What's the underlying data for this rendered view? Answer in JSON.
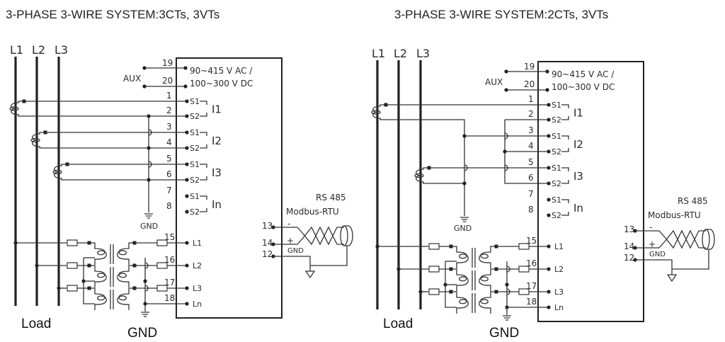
{
  "diagrams": [
    {
      "title": "3-PHASE 3-WIRE SYSTEM:3CTs, 3VTs",
      "variant": "3CT",
      "lines": [
        "L1",
        "L2",
        "L3"
      ],
      "aux_label": "AUX",
      "aux_pins": [
        "19",
        "20"
      ],
      "aux_text": [
        "90~415 V AC /",
        "100~300 V DC"
      ],
      "current_pins": [
        "1",
        "2",
        "3",
        "4",
        "5",
        "6",
        "7",
        "8"
      ],
      "current_terms": [
        "S1",
        "S2",
        "S1",
        "S2",
        "S1",
        "S2",
        "S1",
        "S2"
      ],
      "current_groups": [
        "I1",
        "I2",
        "I3",
        "In"
      ],
      "gnd_ct_label": "GND",
      "voltage_pins": [
        "15",
        "16",
        "17",
        "18"
      ],
      "voltage_terms": [
        "L1",
        "L2",
        "L3",
        "Ln"
      ],
      "rs485_title": "RS 485",
      "rs485_protocol": "Modbus-RTU",
      "rs485_pins": [
        "13",
        "14",
        "12"
      ],
      "rs485_minus": "-",
      "rs485_plus": "+",
      "rs485_gnd": "GND",
      "load_label": "Load",
      "gnd_vt_label": "GND"
    },
    {
      "title": "3-PHASE 3-WIRE SYSTEM:2CTs, 3VTs",
      "variant": "2CT",
      "lines": [
        "L1",
        "L2",
        "L3"
      ],
      "aux_label": "AUX",
      "aux_pins": [
        "19",
        "20"
      ],
      "aux_text": [
        "90~415 V AC /",
        "100~300 V DC"
      ],
      "current_pins": [
        "1",
        "2",
        "3",
        "4",
        "5",
        "6",
        "7",
        "8"
      ],
      "current_terms": [
        "S1",
        "S2",
        "S1",
        "S2",
        "S1",
        "S2",
        "S1",
        "S2"
      ],
      "current_groups": [
        "I1",
        "I2",
        "I3",
        "In"
      ],
      "gnd_ct_label": "GND",
      "voltage_pins": [
        "15",
        "16",
        "17",
        "18"
      ],
      "voltage_terms": [
        "L1",
        "L2",
        "L3",
        "Ln"
      ],
      "rs485_title": "RS 485",
      "rs485_protocol": "Modbus-RTU",
      "rs485_pins": [
        "13",
        "14",
        "12"
      ],
      "rs485_minus": "-",
      "rs485_plus": "+",
      "rs485_gnd": "GND",
      "load_label": "Load",
      "gnd_vt_label": "GND"
    }
  ]
}
